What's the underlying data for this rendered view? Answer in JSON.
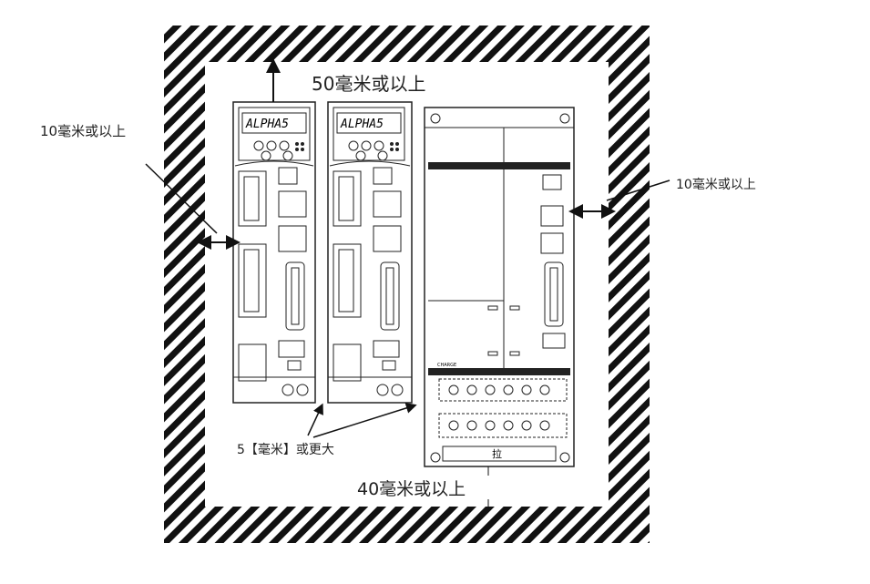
{
  "labels": {
    "top_clearance": "50毫米或以上",
    "left_clearance": "10毫米或以上",
    "right_clearance": "10毫米或以上",
    "gap_clearance": "5【毫米】或更大",
    "bottom_clearance": "40毫米或以上"
  },
  "units": {
    "display_text": "ALPHA5",
    "charge_text": "CHARGE",
    "pull_text": "拉"
  },
  "colors": {
    "hatch": "#111111",
    "outline": "#222222",
    "background": "#ffffff"
  }
}
